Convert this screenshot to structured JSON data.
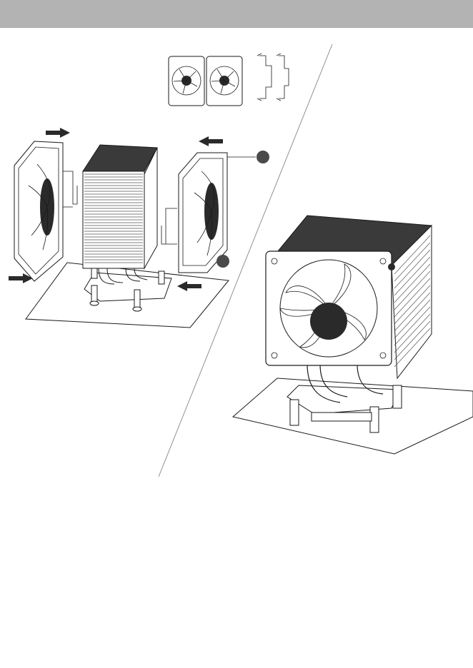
{
  "page": {
    "header_bar_color": "#b3b3b3",
    "background": "#ffffff",
    "line_color": "#1a1a1a",
    "fill_light": "#ffffff",
    "fill_dark": "#2a2a2a"
  },
  "figure": {
    "parts_shown": [
      "fan-1",
      "fan-2",
      "fan-clip-set"
    ],
    "callouts": [
      "callout-dot-top",
      "callout-dot-bottom"
    ],
    "arrows": [
      "arrow-left-fan-top",
      "arrow-left-fan-bottom",
      "arrow-right-fan-top",
      "arrow-right-fan-bottom"
    ],
    "icon": "cpu-cooler-installation-diagram-icon"
  }
}
